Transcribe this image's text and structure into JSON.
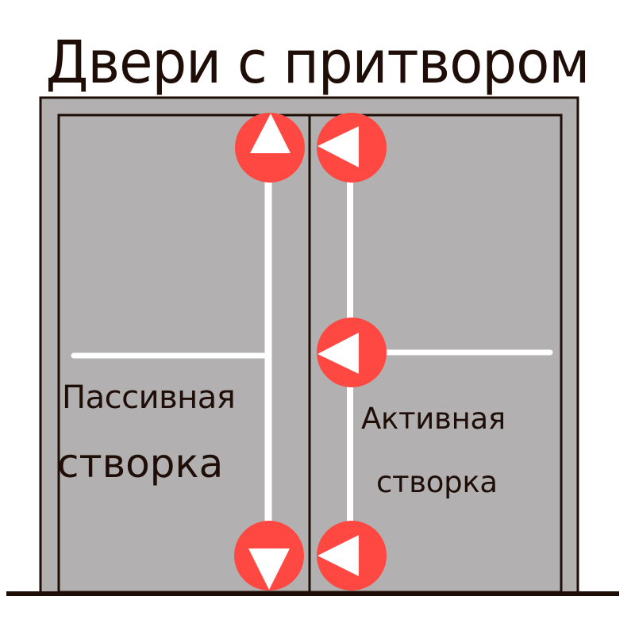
{
  "title": "Двери с притвором",
  "leaves": {
    "passive": {
      "line1": "Пассивная",
      "line2": "створка"
    },
    "active": {
      "line1": "Активная",
      "line2": "створка"
    }
  },
  "markers": [
    {
      "leaf": "passive",
      "position": "top",
      "icon": "arrow-up-icon",
      "direction": "up"
    },
    {
      "leaf": "passive",
      "position": "bottom",
      "icon": "arrow-down-icon",
      "direction": "down"
    },
    {
      "leaf": "active",
      "position": "top",
      "icon": "arrow-left-icon",
      "direction": "left"
    },
    {
      "leaf": "active",
      "position": "middle",
      "icon": "arrow-left-icon",
      "direction": "left"
    },
    {
      "leaf": "active",
      "position": "bottom",
      "icon": "arrow-left-icon",
      "direction": "left"
    }
  ],
  "colors": {
    "door_fill": "#b2b0b1",
    "outline": "#1f0e08",
    "marker": "#ff4842",
    "marker_glyph": "#ffffff",
    "rod": "#ffffff",
    "background": "#ffffff"
  }
}
